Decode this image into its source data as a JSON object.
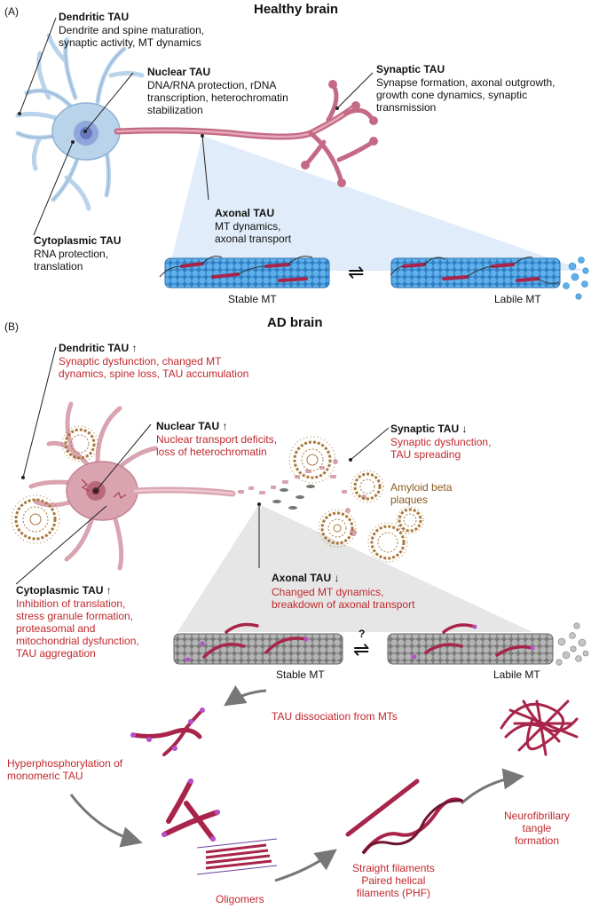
{
  "panel_a": {
    "label": "(A)",
    "title": "Healthy brain",
    "dendritic": {
      "head": "Dendritic TAU",
      "body": "Dendrite and spine maturation,\nsynaptic activity, MT dynamics"
    },
    "nuclear": {
      "head": "Nuclear TAU",
      "body": "DNA/RNA protection, rDNA\ntranscription, heterochromatin\nstabilization"
    },
    "synaptic": {
      "head": "Synaptic TAU",
      "body": "Synapse formation, axonal outgrowth,\ngrowth cone dynamics, synaptic\ntransmission"
    },
    "axonal": {
      "head": "Axonal TAU",
      "body": "MT dynamics,\naxonal transport"
    },
    "cytoplasmic": {
      "head": "Cytoplasmic TAU",
      "body": "RNA protection,\ntranslation"
    },
    "stable_mt": "Stable MT",
    "labile_mt": "Labile MT",
    "equilibrium": "⇌"
  },
  "panel_b": {
    "label": "(B)",
    "title": "AD brain",
    "dendritic": {
      "head": "Dendritic TAU ↑",
      "body": "Synaptic dysfunction, changed MT\ndynamics, spine loss, TAU accumulation"
    },
    "nuclear": {
      "head": "Nuclear TAU ↑",
      "body": "Nuclear transport deficits,\nloss of heterochromatin"
    },
    "synaptic": {
      "head": "Synaptic TAU ↓",
      "body": "Synaptic dysfunction,\nTAU spreading"
    },
    "amyloid": "Amyloid beta\nplaques",
    "axonal": {
      "head": "Axonal TAU ↓",
      "body": "Changed MT dynamics,\nbreakdown of axonal transport"
    },
    "cytoplasmic": {
      "head": "Cytoplasmic TAU ↑",
      "body": "Inhibition of translation,\nstress granule formation,\nproteasomal and\nmitochondrial dysfunction,\nTAU aggregation"
    },
    "question": "?",
    "equilibrium": "⇌",
    "stable_mt": "Stable MT",
    "labile_mt": "Labile MT",
    "dissociation": "TAU dissociation from MTs",
    "hyperphosphorylation": "Hyperphosphorylation of\nmonomeric TAU",
    "oligomers": "Oligomers",
    "filaments": "Straight filaments\nPaired helical\nfilaments (PHF)",
    "tangle": "Neurofibrillary\ntangle\nformation"
  },
  "colors": {
    "healthy_neuron": "#b9d3ea",
    "healthy_axon": "#c46a85",
    "ad_neuron": "#d9a3b0",
    "tau": "#a8244a",
    "mt_blue": "#4a9ad8",
    "mt_grey": "#9c9c9c",
    "plaque": "#a9783a",
    "red_text": "#c0282d"
  },
  "icons": [
    "neuron-icon",
    "microtubule-icon",
    "amyloid-plaque-icon",
    "tau-protein-icon",
    "neurofibrillary-tangle-icon"
  ]
}
